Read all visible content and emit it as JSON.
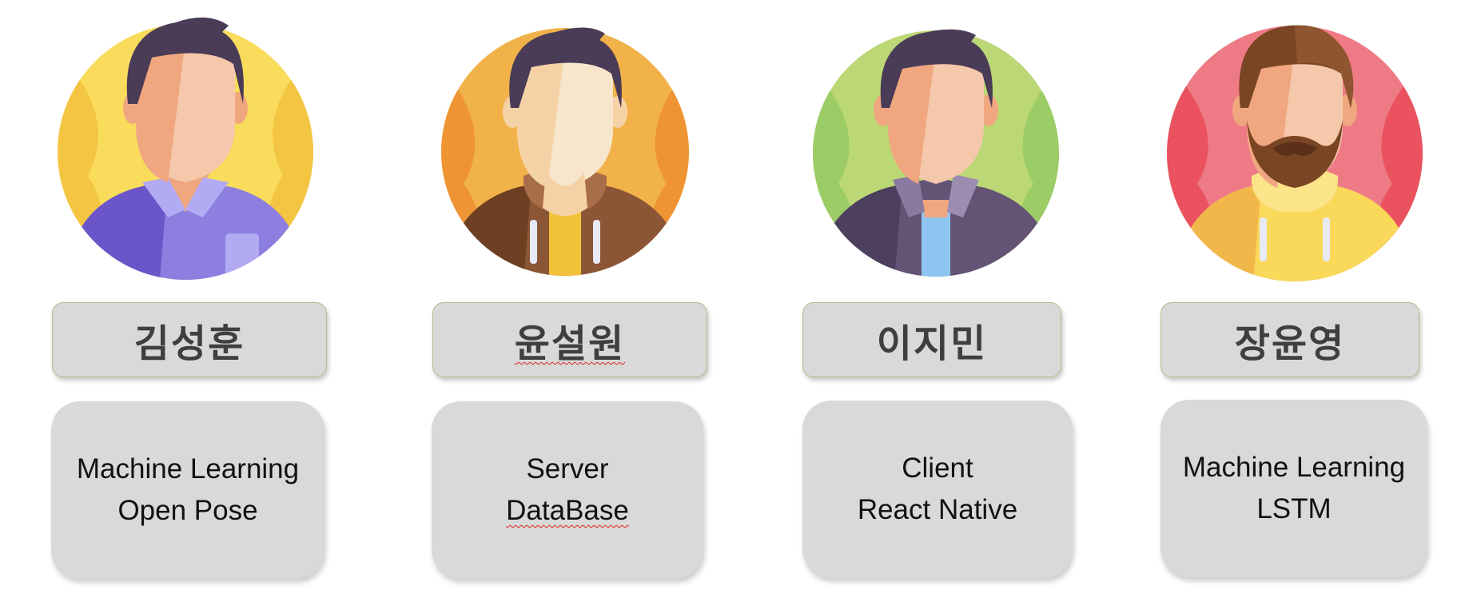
{
  "members": [
    {
      "name": "김성훈",
      "roles": [
        "Machine Learning",
        "Open Pose"
      ],
      "icon": "man-avatar-icon",
      "colors": {
        "bg": "#f9dc5c",
        "bg_dark": "#f4c542",
        "shirt": "#8c7fe0",
        "shirt_dark": "#6b56c9",
        "hair": "#4a3b57"
      }
    },
    {
      "name": "윤설원",
      "roles": [
        "Server",
        "DataBase"
      ],
      "icon": "man-avatar-icon",
      "colors": {
        "bg": "#f2b24a",
        "bg_dark": "#ee9433",
        "shirt": "#8b5636",
        "shirt_dark": "#6e3f22",
        "hair": "#4a3b57"
      }
    },
    {
      "name": "이지민",
      "roles": [
        "Client",
        "React Native"
      ],
      "icon": "man-avatar-icon",
      "colors": {
        "bg": "#bcd876",
        "bg_dark": "#9ccc65",
        "shirt": "#645375",
        "shirt_dark": "#4d3f5e",
        "hair": "#4a3b57"
      }
    },
    {
      "name": "장윤영",
      "roles": [
        "Machine Learning",
        "LSTM"
      ],
      "icon": "man-avatar-icon",
      "colors": {
        "bg": "#ee7a86",
        "bg_dark": "#e9525e",
        "shirt": "#f9d85a",
        "shirt_dark": "#f2b74a",
        "hair": "#7a4523"
      }
    }
  ]
}
